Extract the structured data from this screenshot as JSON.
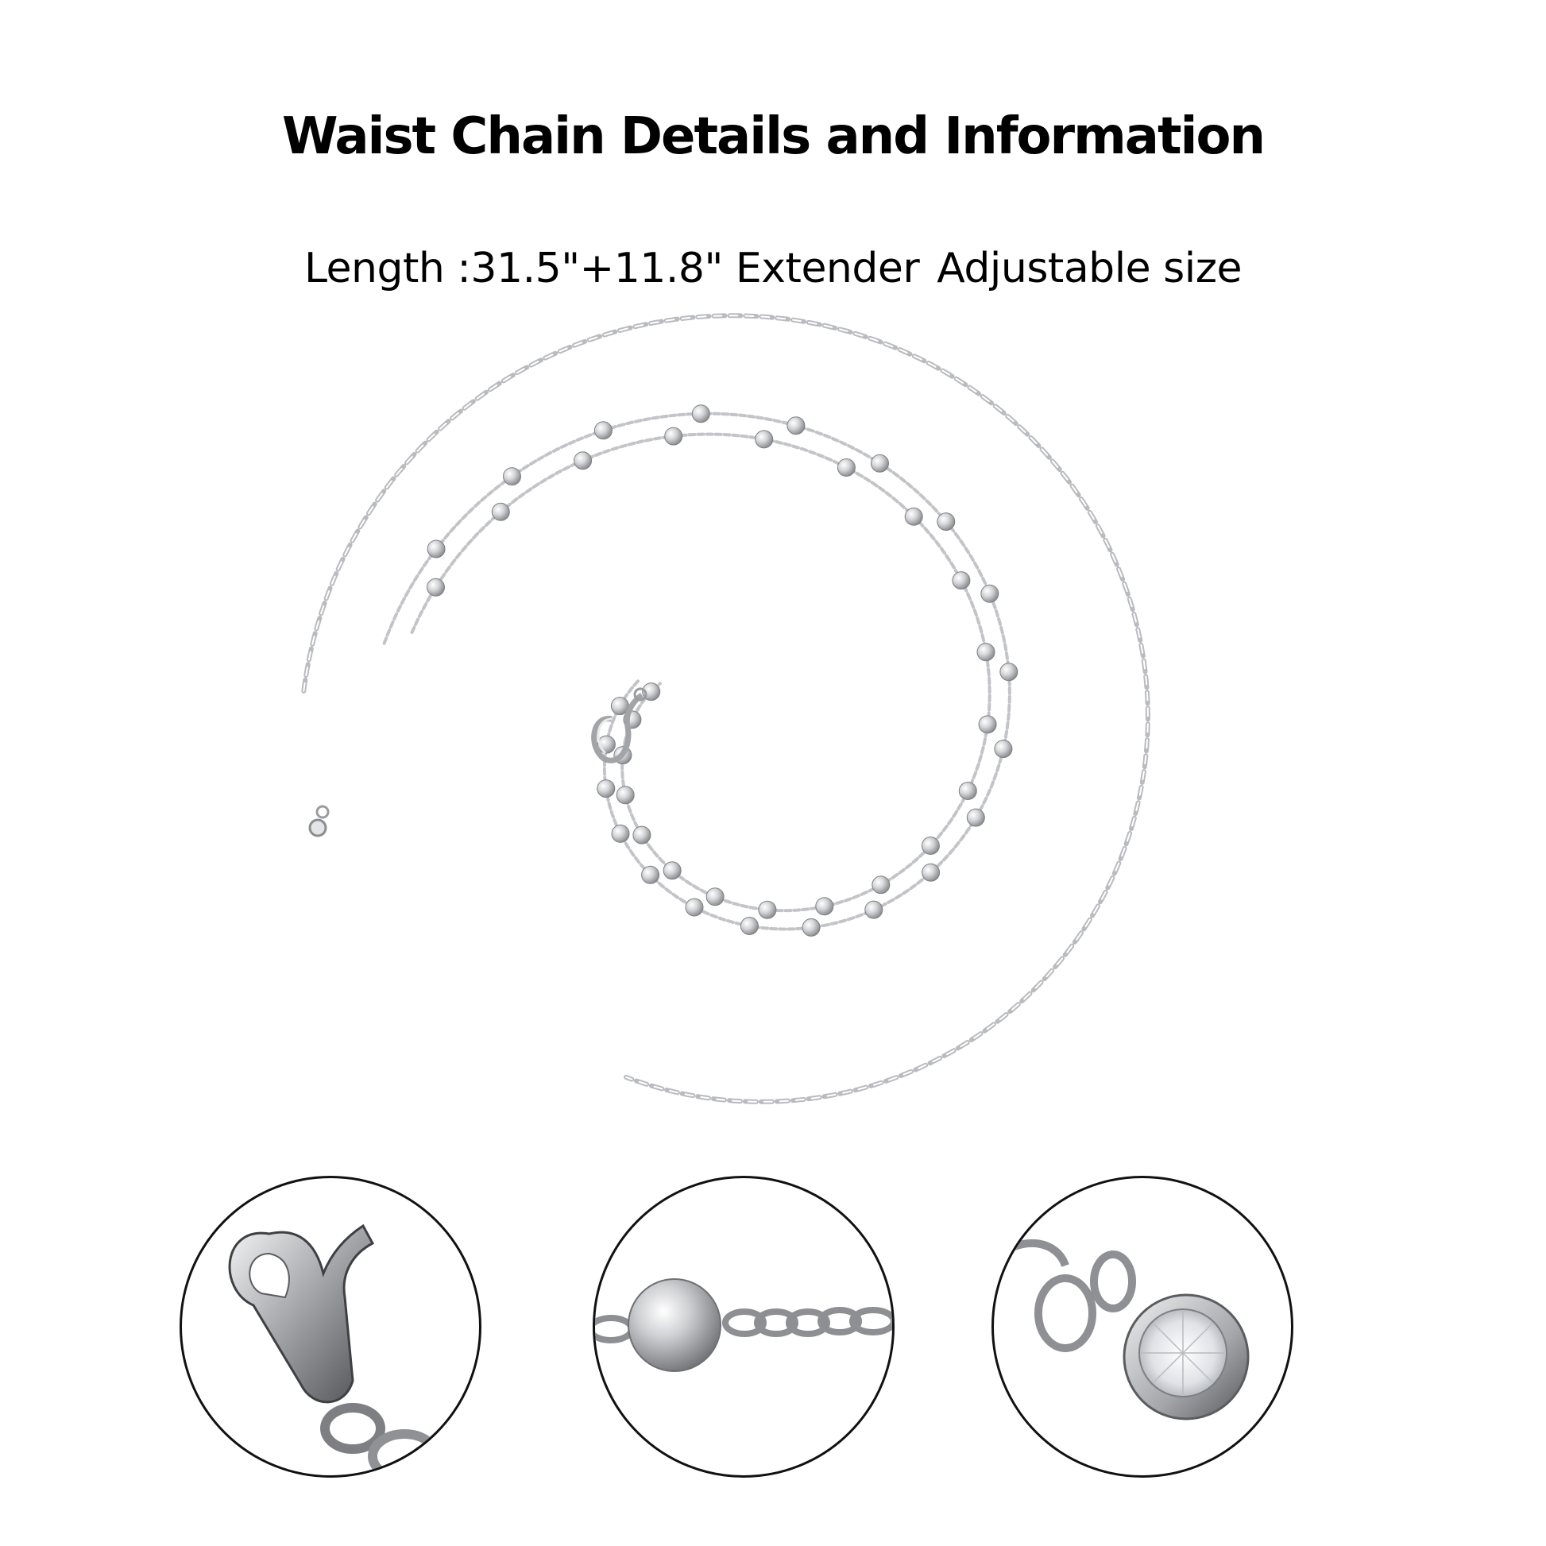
{
  "title": "Waist Chain Details and Information",
  "subtitle": {
    "length_label": "Length :",
    "length_value": "31.5\"+11.8\" Extender",
    "note": "Adjustable size"
  },
  "product_image": "silver-waist-chain-coiled",
  "detail_images": [
    "lobster-clasp-closeup",
    "bead-chain-closeup",
    "crystal-charm-closeup"
  ],
  "colors": {
    "metal": "#c8c9cb",
    "metal_dark": "#8b8d91",
    "circle_border": "#111111"
  }
}
